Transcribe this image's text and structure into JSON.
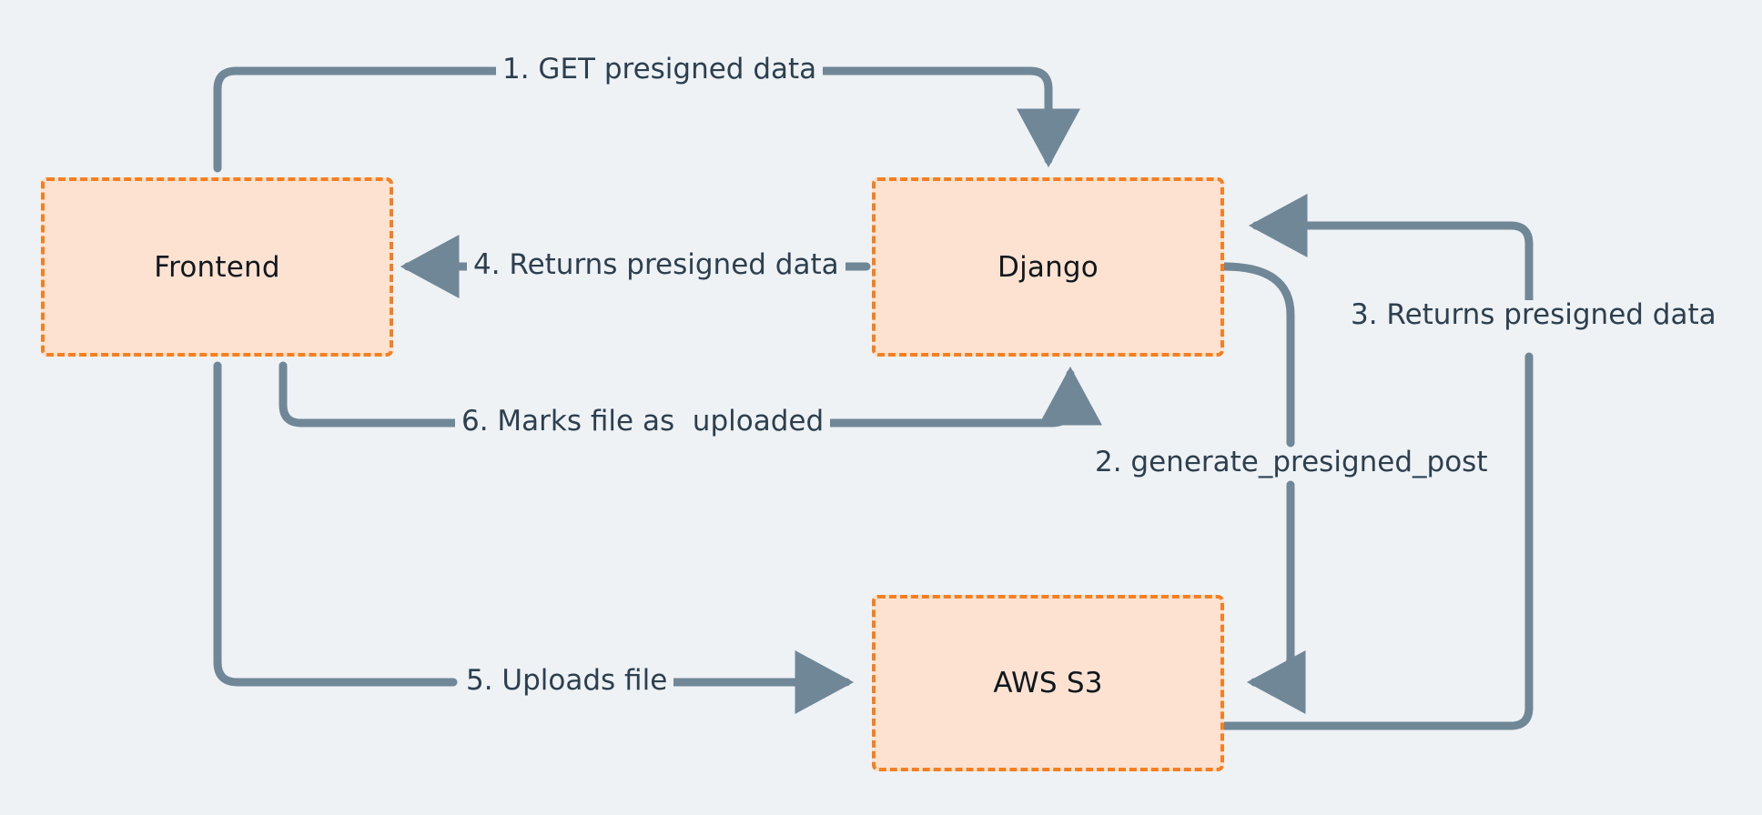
{
  "diagram": {
    "background_color": "#eef2f5",
    "node_fill_color": "#fde2d1",
    "node_border_color": "#f57f20",
    "edge_color": "#708797",
    "text_color": "#2d3f4e",
    "nodes": [
      {
        "id": "frontend",
        "label": "Frontend"
      },
      {
        "id": "django",
        "label": "Django"
      },
      {
        "id": "aws_s3",
        "label": "AWS S3"
      }
    ],
    "edges": [
      {
        "id": "e1",
        "label": "1. GET presigned data",
        "from": "frontend",
        "to": "django"
      },
      {
        "id": "e2",
        "label": "2. generate_presigned_post",
        "from": "django",
        "to": "aws_s3"
      },
      {
        "id": "e3",
        "label": "3. Returns presigned data",
        "from": "aws_s3",
        "to": "django"
      },
      {
        "id": "e4",
        "label": "4. Returns presigned data",
        "from": "django",
        "to": "frontend"
      },
      {
        "id": "e5",
        "label": "5. Uploads file",
        "from": "frontend",
        "to": "aws_s3"
      },
      {
        "id": "e6",
        "label": "6. Marks file as  uploaded",
        "from": "frontend",
        "to": "django"
      }
    ]
  }
}
